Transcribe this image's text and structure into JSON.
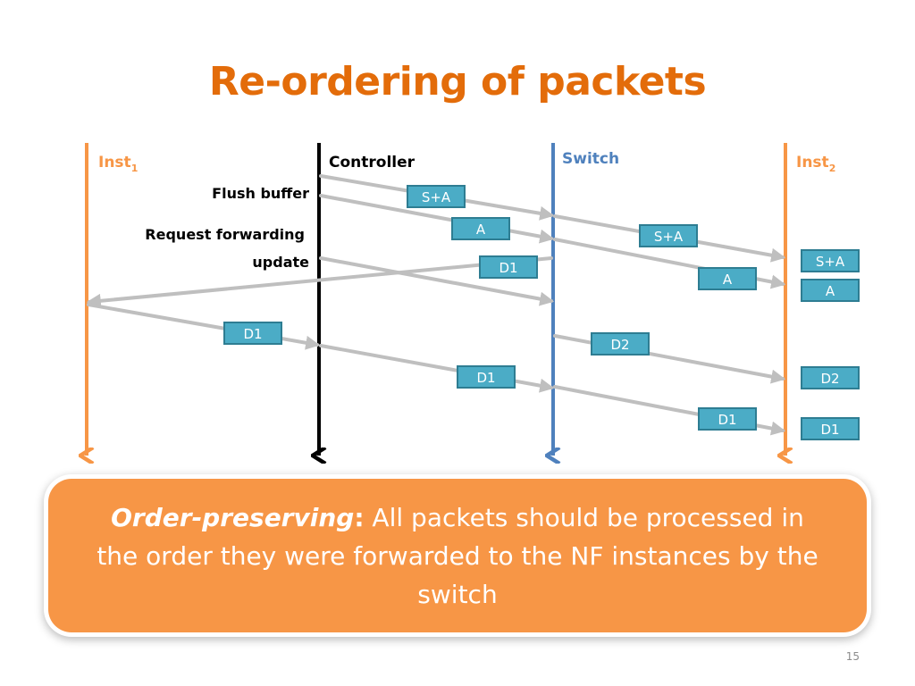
{
  "title": "Re-ordering of packets",
  "lanes": {
    "inst1": {
      "label": "Inst",
      "sub": "1",
      "color": "#f79646"
    },
    "controller": {
      "label": "Controller",
      "color": "#000000"
    },
    "switch": {
      "label": "Switch",
      "color": "#4f81bd"
    },
    "inst2": {
      "label": "Inst",
      "sub": "2",
      "color": "#f79646"
    }
  },
  "notes": {
    "flush": "Flush buffer",
    "request_line1": "Request forwarding",
    "request_line2": "update"
  },
  "packets": [
    {
      "label": "S+A"
    },
    {
      "label": "A"
    },
    {
      "label": "S+A"
    },
    {
      "label": "D1"
    },
    {
      "label": "A"
    },
    {
      "label": "S+A"
    },
    {
      "label": "A"
    },
    {
      "label": "D1"
    },
    {
      "label": "D2"
    },
    {
      "label": "D1"
    },
    {
      "label": "D2"
    },
    {
      "label": "D1"
    },
    {
      "label": "D1"
    }
  ],
  "callout": {
    "term": "Order-preserving",
    "colon": ":",
    "text": " All packets should be processed in the order they were forwarded to the NF instances by the switch"
  },
  "page_number": "15"
}
